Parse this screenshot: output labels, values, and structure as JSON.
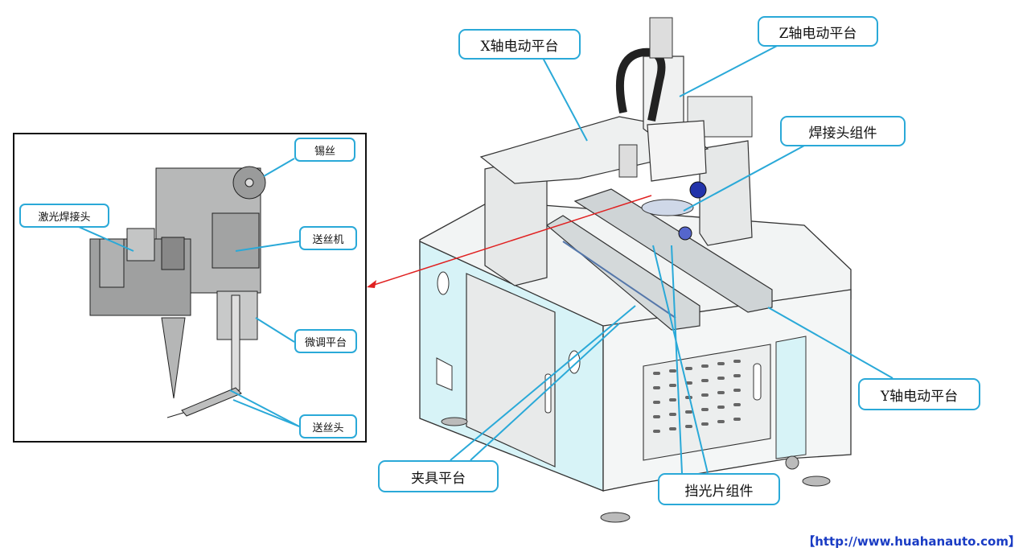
{
  "callouts": {
    "x_axis": "X轴电动平台",
    "z_axis": "Z轴电动平台",
    "weld_head": "焊接头组件",
    "y_axis": "Y轴电动平台",
    "fixture": "夹具平台",
    "shield": "挡光片组件"
  },
  "inset_labels": {
    "tin_wire": "锡丝",
    "laser_head": "激光焊接头",
    "wire_feeder": "送丝机",
    "fine_tune": "微调平台",
    "feed_nozzle": "送丝头"
  },
  "footer": {
    "url": "【http://www.huahanauto.com】"
  },
  "colors": {
    "callout_border": "#2aa9d8",
    "url": "#1a3cc4",
    "pointer": "#e02020",
    "cabinet_accent": "#d7f3f7"
  }
}
